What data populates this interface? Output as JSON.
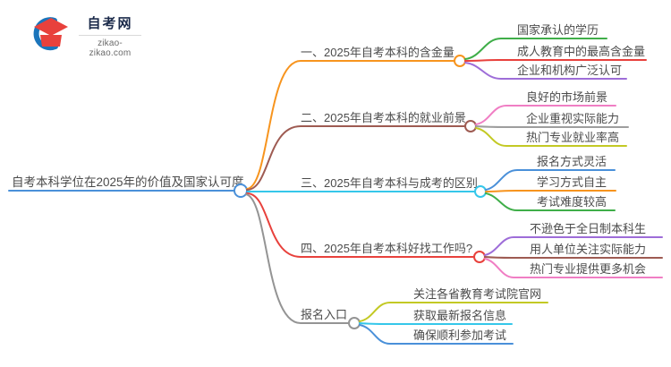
{
  "brand": {
    "name": "自考网",
    "domain": "zikao-zikao.com"
  },
  "mindmap": {
    "root": {
      "label": "自考本科学位在2025年的价值及国家认可度",
      "color": "#4a90d9"
    },
    "branches": [
      {
        "label": "一、2025年自考本科的含金量",
        "color": "#f7941e",
        "children": [
          {
            "label": "国家承认的学历",
            "color": "#3fae49"
          },
          {
            "label": "成人教育中的最高含金量",
            "color": "#e8413c"
          },
          {
            "label": "企业和机构广泛认可",
            "color": "#9e6dd8"
          }
        ]
      },
      {
        "label": "二、2025年自考本科的就业前景",
        "color": "#9e5b52",
        "children": [
          {
            "label": "良好的市场前景",
            "color": "#f07ec4"
          },
          {
            "label": "企业重视实际能力",
            "color": "#9e9e9e"
          },
          {
            "label": "热门专业就业率高",
            "color": "#c3c924"
          }
        ]
      },
      {
        "label": "三、2025年自考本科与成考的区别",
        "color": "#35c7ea",
        "children": [
          {
            "label": "报名方式灵活",
            "color": "#4a90d9"
          },
          {
            "label": "学习方式自主",
            "color": "#f7941e"
          },
          {
            "label": "考试难度较高",
            "color": "#3fae49"
          }
        ]
      },
      {
        "label": "四、2025年自考本科好找工作吗?",
        "color": "#e8413c",
        "children": [
          {
            "label": "不逊色于全日制本科生",
            "color": "#9e6dd8"
          },
          {
            "label": "用人单位关注实际能力",
            "color": "#9e5b52"
          },
          {
            "label": "热门专业提供更多机会",
            "color": "#f07ec4"
          }
        ]
      },
      {
        "label": "报名入口",
        "color": "#949494",
        "children": [
          {
            "label": "关注各省教育考试院官网",
            "color": "#c3c924"
          },
          {
            "label": "获取最新报名信息",
            "color": "#35c7ea"
          },
          {
            "label": "确保顺利参加考试",
            "color": "#4a90d9"
          }
        ]
      }
    ]
  }
}
